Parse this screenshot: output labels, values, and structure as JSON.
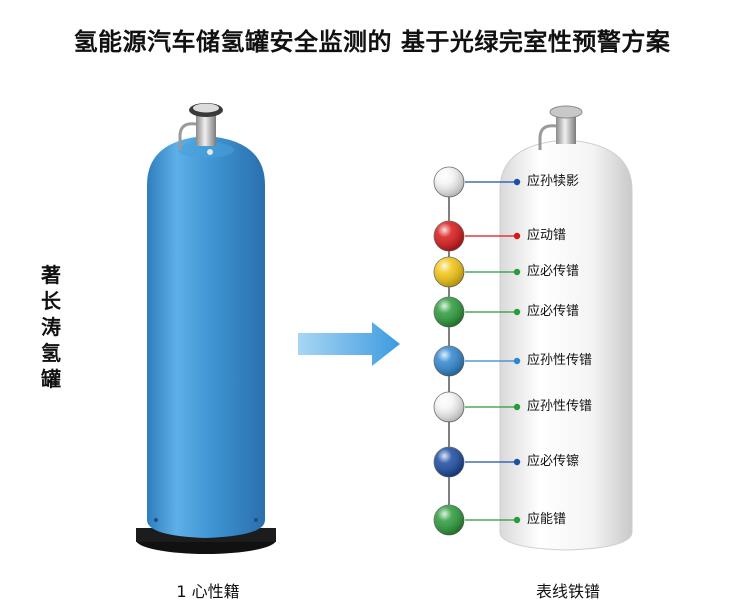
{
  "title": "氢能源汽车储氢罐安全监测的 基于光绿完室性预警方案",
  "side_label": "著长涛氢罐",
  "left_caption": "1 心性籍",
  "right_caption": "表线铁镨",
  "colors": {
    "tank_blue": "#3f95d3",
    "tank_white": "#f1f1f1",
    "arrow": "#4aa5e0",
    "connector": "#555555"
  },
  "nodes": [
    {
      "label": "应孙犊影",
      "color": "#f5f5f5",
      "dot": "#1f4fa6"
    },
    {
      "label": "应动镨",
      "color": "#d81818",
      "dot": "#d81818"
    },
    {
      "label": "应必传镨",
      "color": "#f2c511",
      "dot": "#2a9a3a"
    },
    {
      "label": "应必传镨",
      "color": "#2a9a3a",
      "dot": "#2a9a3a"
    },
    {
      "label": "应孙性传镨",
      "color": "#2f86cf",
      "dot": "#2f86cf"
    },
    {
      "label": "应孙性传镨",
      "color": "#f5f5f5",
      "dot": "#2a9a3a"
    },
    {
      "label": "应必传镲",
      "color": "#1a4aa0",
      "dot": "#1f4fa6"
    },
    {
      "label": "应能镨",
      "color": "#2a9a3a",
      "dot": "#2a9a3a"
    }
  ]
}
